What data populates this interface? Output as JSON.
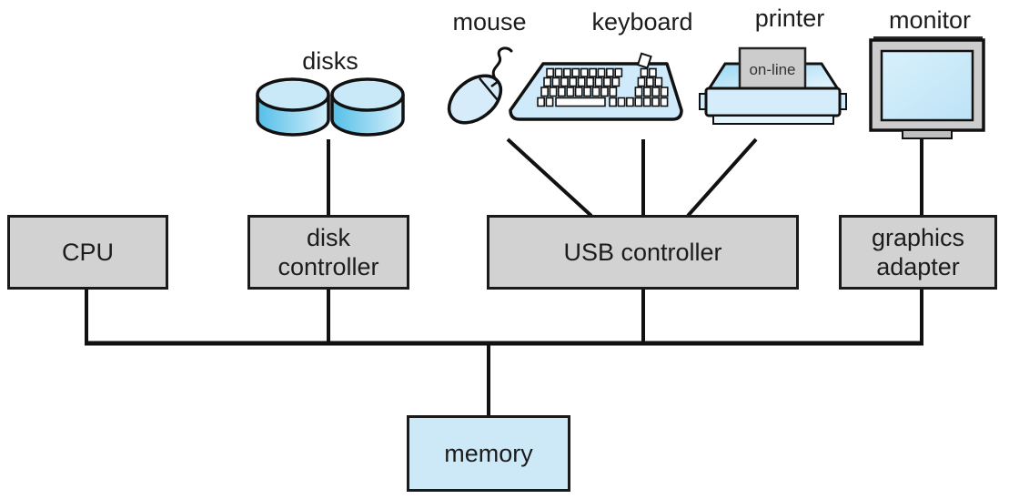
{
  "diagram_type": "computer-system-architecture",
  "peripherals": {
    "disks": {
      "label": "disks"
    },
    "mouse": {
      "label": "mouse"
    },
    "keyboard": {
      "label": "keyboard"
    },
    "printer": {
      "label": "printer",
      "status": "on-line"
    },
    "monitor": {
      "label": "monitor"
    }
  },
  "components": {
    "cpu": {
      "label": "CPU"
    },
    "disk_controller": {
      "label": "disk controller"
    },
    "usb_controller": {
      "label": "USB controller"
    },
    "graphics_adapter": {
      "label": "graphics adapter"
    },
    "memory": {
      "label": "memory"
    }
  },
  "colors": {
    "box_gray": "#d2d2d2",
    "memory_blue": "#cde9f8",
    "device_blue": "#cfeafb",
    "disk_blue_dark": "#54bfe8",
    "disk_blue_light": "#d6effb",
    "paper_gray": "#cccccc",
    "line_black": "#111111",
    "background": "#ffffff"
  }
}
